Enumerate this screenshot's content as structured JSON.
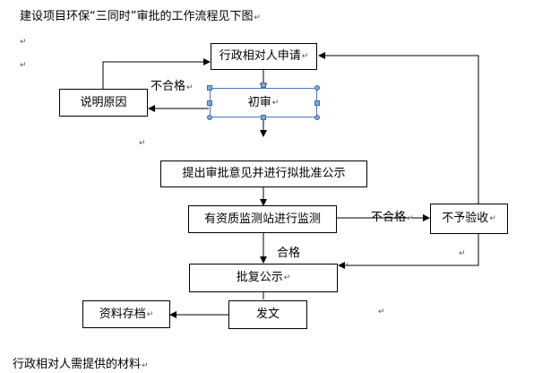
{
  "title": "建设项目环保“三同时”审批的工作流程见下图",
  "para_mark": "↵",
  "boxes": {
    "applicant": "行政相对人申请",
    "review": "初审",
    "explain": "说明原因",
    "propose": "提出审批意见并进行拟批准公示",
    "monitor": "有资质监测站进行监测",
    "reject": "不予验收",
    "reply": "批复公示",
    "issue": "发文",
    "archive": "资料存档"
  },
  "labels": {
    "unqualified_top": "不合格",
    "unqualified_right": "不合格",
    "qualified": "合格"
  },
  "bottom_text": "行政相对人需提供的材料"
}
